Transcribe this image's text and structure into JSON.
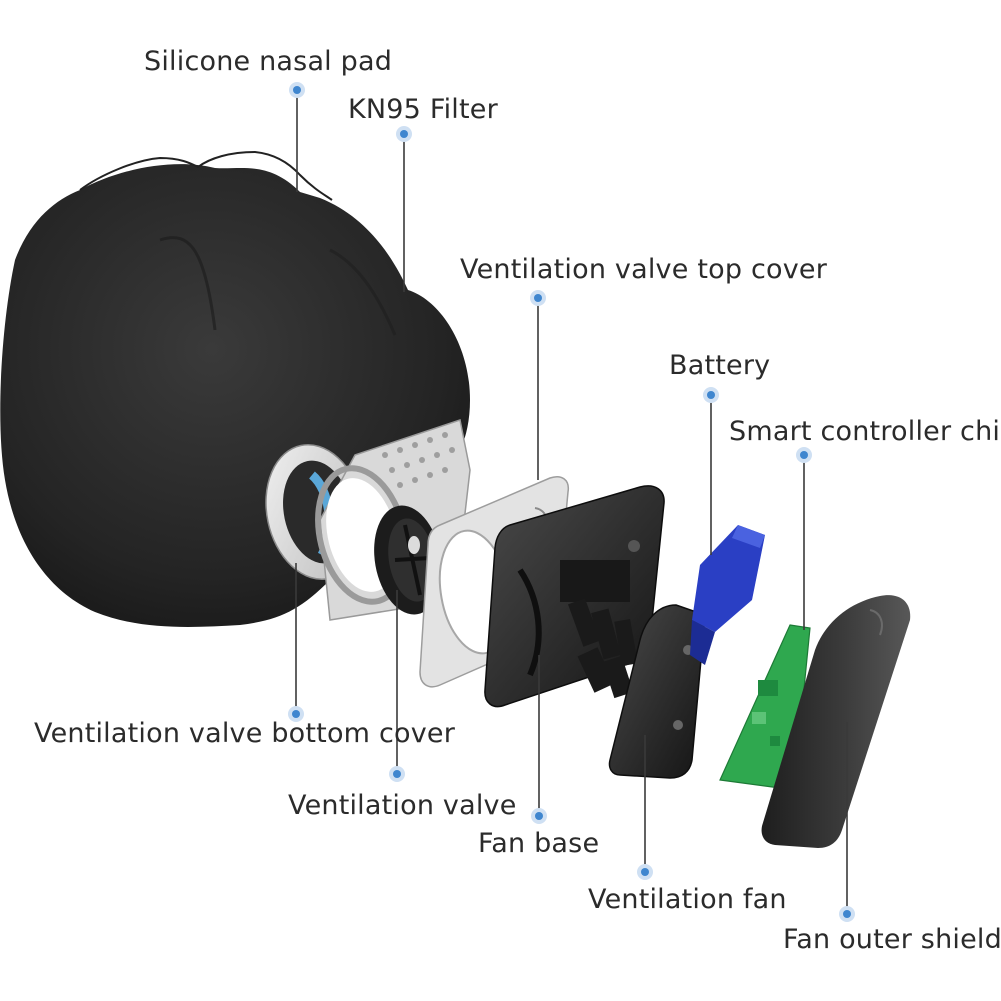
{
  "labels": {
    "silicone_nasal_pad": "Silicone nasal pad",
    "kn95_filter": "KN95 Filter",
    "valve_top_cover": "Ventilation valve top cover",
    "battery": "Battery",
    "smart_controller_chip": "Smart controller chip",
    "valve_bottom_cover": "Ventilation valve bottom cover",
    "ventilation_valve": "Ventilation valve",
    "fan_base": "Fan base",
    "ventilation_fan": "Ventilation fan",
    "fan_outer_shield": "Fan outer shield"
  },
  "colors": {
    "mask_body": "#262626",
    "callout_dot": "#3f86cf",
    "battery": "#2a3fc4",
    "chip": "#2fa84f",
    "valve_accent": "#5aa7d8"
  }
}
